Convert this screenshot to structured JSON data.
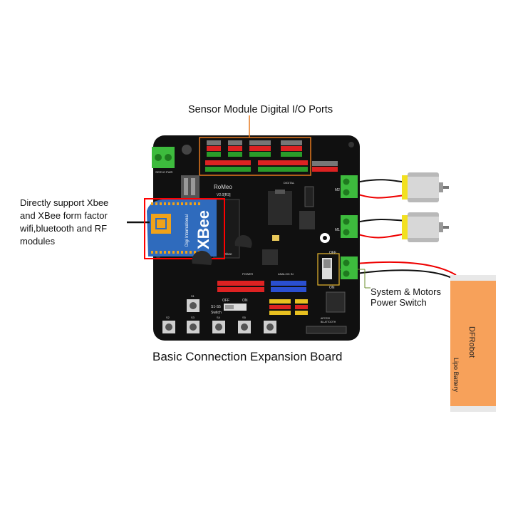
{
  "labels": {
    "sensor_ports": "Sensor Module Digital I/O Ports",
    "xbee_support": [
      "Directly support Xbee",
      "and XBee form factor",
      "wifi,bluetooth and RF",
      "modules"
    ],
    "switch": [
      "System & Motors",
      "Power Switch"
    ],
    "caption": "Basic Connection Expansion Board"
  },
  "board": {
    "name": "RoMeo",
    "version": "V2.0[R3]",
    "digital": "DIGITAL",
    "power": "POWER",
    "analog_in": "ANALOG IN",
    "servo_pwr": "SERVO PWR",
    "s1_s5": "S1-S5",
    "switch_word": "Switch",
    "off": "OFF",
    "on": "ON",
    "xbee_slot": "Xbee",
    "m2": "M2",
    "m1": "M1",
    "apc": "APC220",
    "bluetooth": "BLUETOOTH",
    "button_labels": [
      "S1",
      "S2",
      "S3",
      "S4",
      "S5"
    ]
  },
  "xbee_module": {
    "brand": "Digi International",
    "name": "XBee"
  },
  "battery": {
    "brand": "DFRobot",
    "type": "Lipo Battery"
  },
  "colors": {
    "board": "#101010",
    "highlight_red": "#ff0000",
    "highlight_orange": "#e5781e",
    "xbee_blue": "#2f6bbd",
    "terminal_green": "#3dbb3d",
    "battery_orange": "#f7a15a",
    "motor_yellow": "#f2e020"
  }
}
